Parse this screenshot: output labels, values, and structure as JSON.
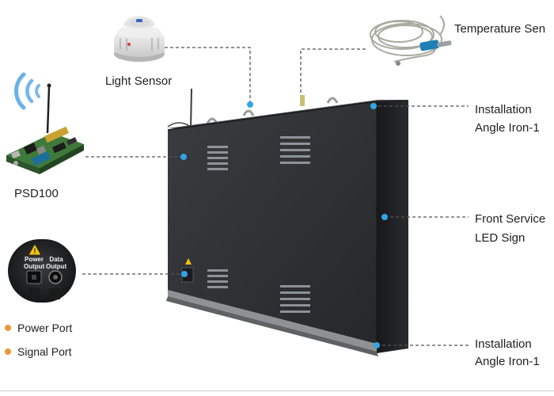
{
  "labels": {
    "light_sensor": "Light Sensor",
    "temperature_sensor": "Temperature Sen",
    "installation_top_line1": "Installation",
    "installation_top_line2": "Angle Iron-1",
    "front_service_line1": "Front Service",
    "front_service_line2": "LED Sign",
    "installation_bottom_line1": "Installation",
    "installation_bottom_line2": "Angle Iron-1",
    "psd100": "PSD100",
    "port_power_output": "Power Output",
    "port_data_output": "Data Output"
  },
  "legend": [
    {
      "label": "Power Port",
      "color": "#e8983a"
    },
    {
      "label": "Signal Port",
      "color": "#e8983a"
    }
  ],
  "colors": {
    "callout_dot": "#2fa6e6",
    "leader_line": "#555555",
    "cabinet": "#2b2d30",
    "legend_dot": "#e8983a",
    "warning": "#f4c20d"
  },
  "icons": {
    "wifi": "wifi-signal-icon",
    "antenna": "antenna-icon",
    "warning": "warning-triangle-icon"
  }
}
